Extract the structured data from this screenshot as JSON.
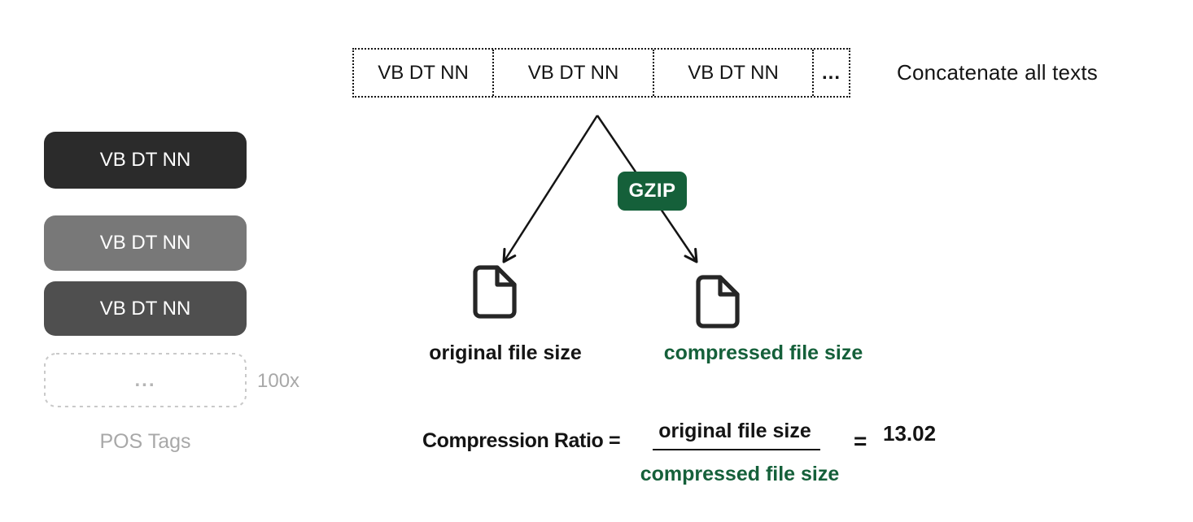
{
  "colors": {
    "background": "#ffffff",
    "ink": "#141414",
    "accent_green": "#15603a",
    "tag_dark": "#2b2b2b",
    "tag_gray": "#787878",
    "tag_mid": "#4f4f4f",
    "muted_gray": "#a8a8a8",
    "dashed_border": "#c9c9c9"
  },
  "sequence_row": {
    "cells": [
      "VB DT NN",
      "VB DT NN",
      "VB DT NN",
      "..."
    ],
    "caption": "Concatenate all texts"
  },
  "pos_tags": {
    "items": [
      {
        "label": "VB DT NN",
        "color": "#2b2b2b"
      },
      {
        "label": "VB DT NN",
        "color": "#787878"
      },
      {
        "label": "VB DT NN",
        "color": "#4f4f4f"
      }
    ],
    "ellipsis": "...",
    "multiplier": "100x",
    "caption": "POS Tags"
  },
  "gzip": {
    "label": "GZIP"
  },
  "files": {
    "original_label": "original file size",
    "compressed_label": "compressed file size"
  },
  "formula": {
    "lhs": "Compression Ratio =",
    "numerator": "original file size",
    "denominator": "compressed file size",
    "equals": "=",
    "result": "13.02"
  }
}
